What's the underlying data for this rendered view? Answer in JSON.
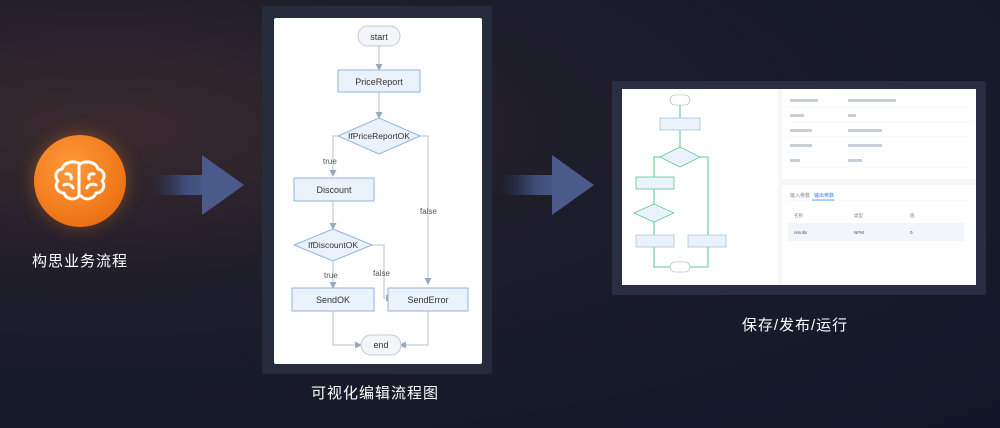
{
  "steps": [
    {
      "label": "构思业务流程"
    },
    {
      "label": "可视化编辑流程图"
    },
    {
      "label": "保存/发布/运行"
    }
  ],
  "flowchart": {
    "nodes": {
      "start": "start",
      "price_report": "PriceReport",
      "if_price_report_ok": "IfPriceReportOK",
      "discount": "Discount",
      "if_discount_ok": "IfDiscountOK",
      "send_ok": "SendOK",
      "send_error": "SendError",
      "end": "end"
    },
    "edge_labels": {
      "true1": "true",
      "false1": "false",
      "true2": "true",
      "false2": "false"
    }
  },
  "mini_app": {
    "tabs": [
      "输入参数",
      "输出参数"
    ],
    "table_headers": [
      "名称",
      "类型",
      "值"
    ],
    "table_row": [
      "results",
      "NPM",
      "0"
    ]
  },
  "colors": {
    "accent_orange": "#f07a1a",
    "node_border": "#8fb3de",
    "node_fill": "#eaf2fc",
    "arrow_fill": "#3e4d78"
  }
}
